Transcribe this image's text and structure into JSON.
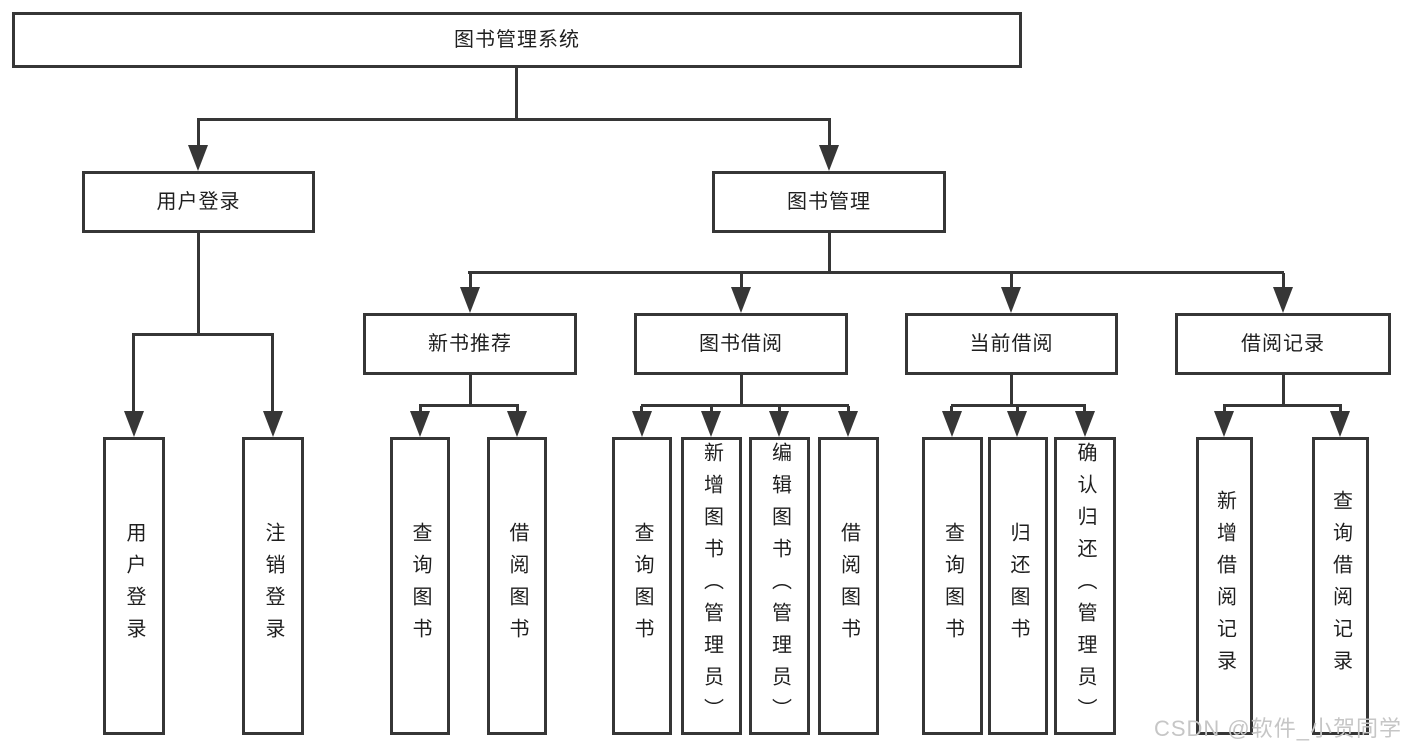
{
  "colors": {
    "line": "#363636",
    "text": "#1f1f1f",
    "watermark": "#c6c6c6",
    "background": "#ffffff"
  },
  "tree": {
    "root": {
      "label": "图书管理系统"
    },
    "branches": [
      {
        "label": "用户登录",
        "children": [
          {
            "label": "用户登录"
          },
          {
            "label": "注销登录"
          }
        ]
      },
      {
        "label": "图书管理",
        "children": [
          {
            "label": "新书推荐",
            "children": [
              {
                "label": "查询图书"
              },
              {
                "label": "借阅图书"
              }
            ]
          },
          {
            "label": "图书借阅",
            "children": [
              {
                "label": "查询图书"
              },
              {
                "label": "新增图书（管理员）"
              },
              {
                "label": "编辑图书（管理员）"
              },
              {
                "label": "借阅图书"
              }
            ]
          },
          {
            "label": "当前借阅",
            "children": [
              {
                "label": "查询图书"
              },
              {
                "label": "归还图书"
              },
              {
                "label": "确认归还（管理员）"
              }
            ]
          },
          {
            "label": "借阅记录",
            "children": [
              {
                "label": "新增借阅记录"
              },
              {
                "label": "查询借阅记录"
              }
            ]
          }
        ]
      }
    ]
  },
  "watermark": {
    "text": "CSDN @软件_小贺同学"
  }
}
